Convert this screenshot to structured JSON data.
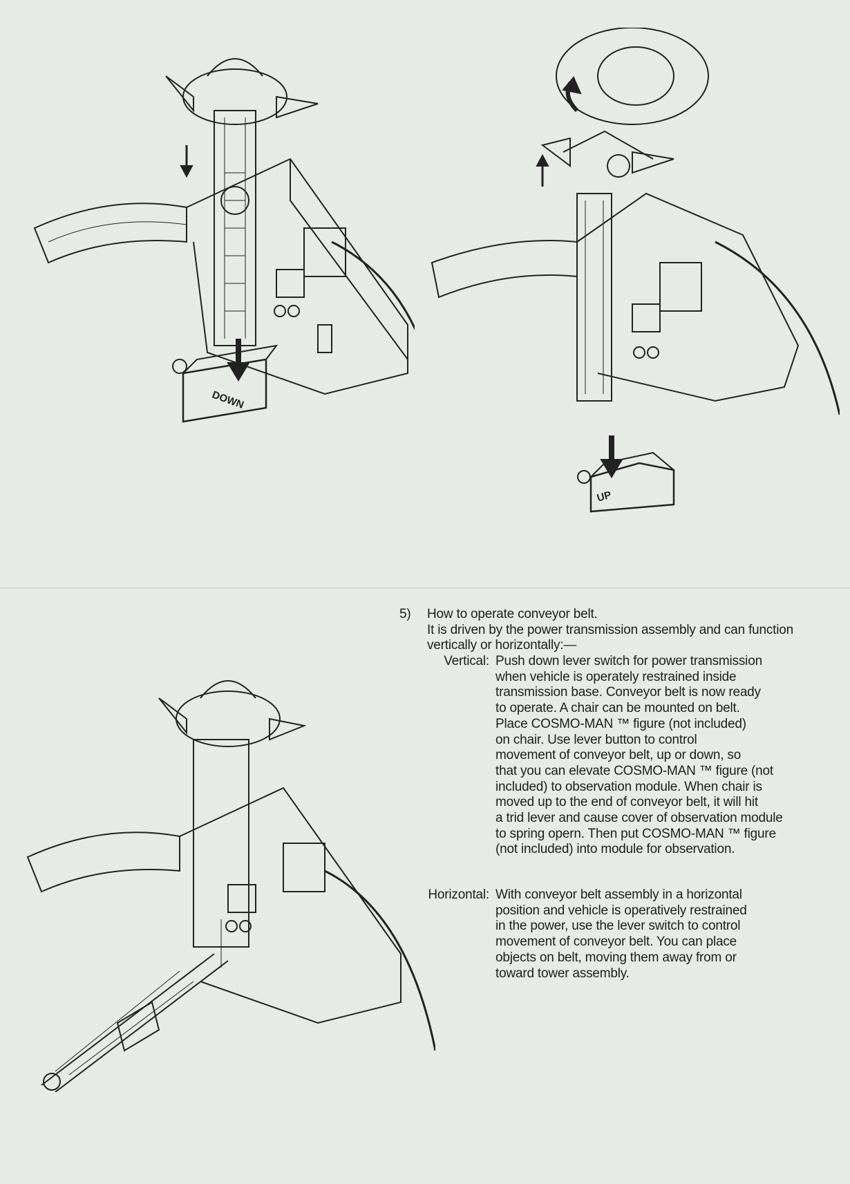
{
  "section": {
    "number": "5)",
    "title": "How to operate conveyor belt.",
    "intro": "It is driven by the power transmission assembly and can function vertically or horizontally:—",
    "vertical": {
      "label": "Vertical:",
      "lines": [
        "Push down lever switch for power transmission",
        "when vehicle is operately restrained inside",
        "transmission base. Conveyor belt is now ready",
        "to operate. A chair can be mounted on belt.",
        "Place COSMO-MAN ™ figure (not included)",
        "on chair. Use lever button to control",
        "movement of conveyor belt, up or down, so",
        "that you can elevate COSMO-MAN ™ figure (not",
        "included) to observation module. When chair is",
        "moved up to the end of conveyor belt, it will hit",
        "a trid lever and cause cover of observation module",
        "to spring opern. Then put COSMO-MAN ™ figure",
        "(not included) into module for observation."
      ]
    },
    "horizontal": {
      "label": "Horizontal:",
      "lines": [
        "With conveyor belt assembly in a horizontal",
        "position and vehicle is operatively restrained",
        "in the power, use the lever switch to control",
        "movement of conveyor belt. You can place",
        "objects on belt, moving them away from or",
        "toward tower assembly."
      ]
    }
  },
  "illustrations": {
    "down_label": "DOWN",
    "up_label": "UP"
  }
}
